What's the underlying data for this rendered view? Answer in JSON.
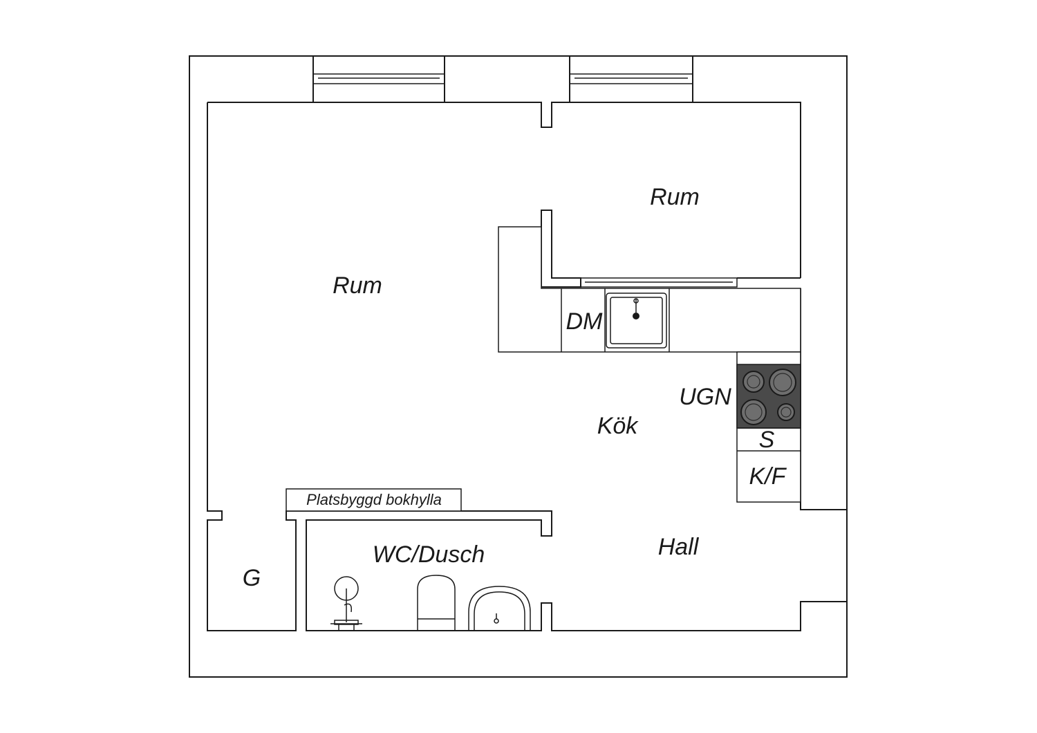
{
  "labels": {
    "rum_large": "Rum",
    "rum_small": "Rum",
    "kitchen": "Kök",
    "hall": "Hall",
    "bathroom": "WC/Dusch",
    "closet": "G",
    "dishwasher": "DM",
    "oven": "UGN",
    "storage": "S",
    "fridge": "K/F",
    "bookshelf": "Platsbyggd bokhylla"
  }
}
